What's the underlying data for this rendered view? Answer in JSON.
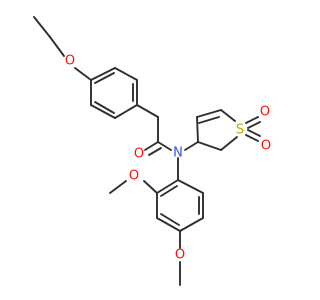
{
  "molecule": {
    "atoms": {
      "ether_o": {
        "label": "O",
        "color": "#ff0d0d"
      },
      "carbonyl_o": {
        "label": "O",
        "color": "#ff0d0d"
      },
      "amide_n": {
        "label": "N",
        "color": "#3050f8"
      },
      "sulfur": {
        "label": "S",
        "color": "#c8a800"
      },
      "sulfonyl_o_top": {
        "label": "O",
        "color": "#ff0d0d"
      },
      "sulfonyl_o_bottom": {
        "label": "O",
        "color": "#ff0d0d"
      },
      "methoxy_o_ortho": {
        "label": "O",
        "color": "#ff0d0d"
      },
      "methoxy_o_para": {
        "label": "O",
        "color": "#ff0d0d"
      }
    },
    "bond_color": "#2e2e2e"
  }
}
